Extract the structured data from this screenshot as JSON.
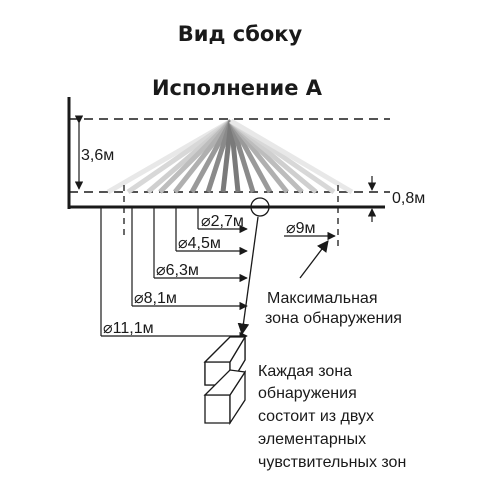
{
  "diagram": {
    "title": "Вид сбоку",
    "subtitle": "Исполнение А",
    "mount_height": "3,6м",
    "zone_height": "0,8м",
    "zone_diameter_9": "⌀9м",
    "diameters": [
      "⌀2,7м",
      "⌀4,5м",
      "⌀6,3м",
      "⌀8,1м",
      "⌀11,1м"
    ],
    "note_max_zone": [
      "Максимальная",
      "зона обнаружения"
    ],
    "note_elements": [
      "Каждая зона",
      "обнаружения",
      "состоит из двух",
      "элементарных",
      "чувствительных зон"
    ]
  }
}
